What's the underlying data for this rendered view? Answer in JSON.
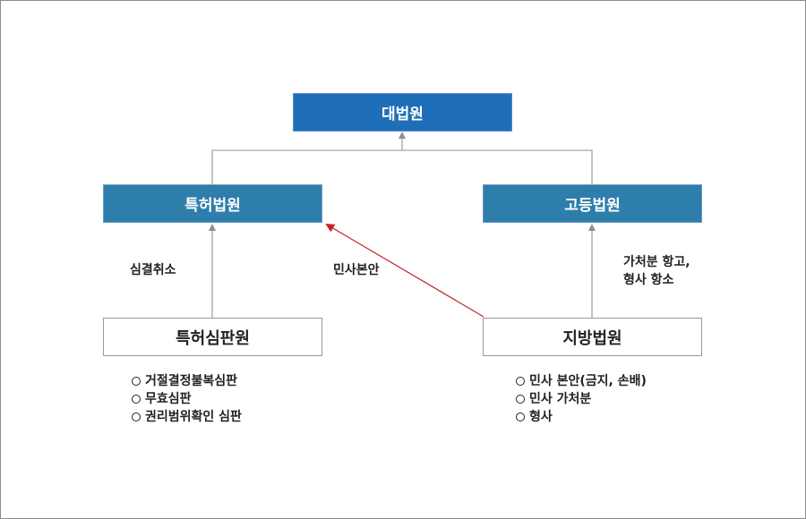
{
  "nodes": {
    "supreme_court": "대법원",
    "patent_court": "특허법원",
    "high_court": "고등법원",
    "patent_tribunal": "특허심판원",
    "district_court": "지방법원"
  },
  "edge_labels": {
    "tribunal_to_patent": "심결취소",
    "district_to_patent": "민사본안",
    "district_to_high_line1": "가처분 항고,",
    "district_to_high_line2": "형사 항소"
  },
  "patent_tribunal_items": [
    "거절결정불복심판",
    "무효심판",
    "권리범위확인 심판"
  ],
  "district_court_items": [
    "민사 본안(금지, 손배)",
    "민사 가처분",
    "형사"
  ],
  "colors": {
    "supreme_fill": "#1f6fb8",
    "appeal_fill": "#2e7eab",
    "connector_gray": "#a6a6a6",
    "connector_red": "#c0272d"
  }
}
